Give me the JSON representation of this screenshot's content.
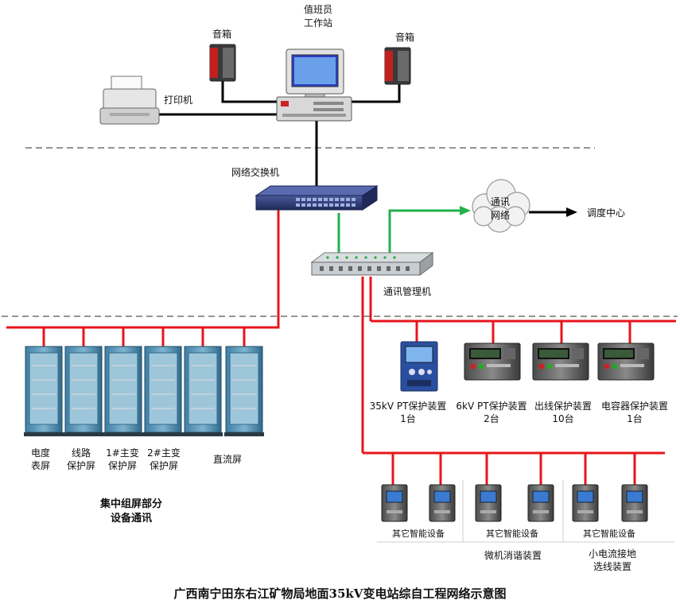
{
  "labels": {
    "workstation": [
      "值班员",
      "工作站"
    ],
    "speaker_left": "音箱",
    "speaker_right": "音箱",
    "printer": "打印机",
    "switch": "网络交换机",
    "cloud": [
      "通讯",
      "网络"
    ],
    "dispatch": "调度中心",
    "comm_manager": "通讯管理机",
    "cabinets": [
      [
        "电度",
        "表屏"
      ],
      [
        "线路",
        "保护屏"
      ],
      [
        "1#主变",
        "保护屏"
      ],
      [
        "2#主变",
        "保护屏"
      ],
      [
        "直流屏"
      ]
    ],
    "central_group": [
      "集中组屏部分",
      "设备通讯"
    ],
    "protection_devices": [
      [
        "35kV PT保护装置",
        "1台"
      ],
      [
        "6kV PT保护装置",
        "2台"
      ],
      [
        "出线保护装置",
        "10台"
      ],
      [
        "电容器保护装置",
        "1台"
      ]
    ],
    "other_devices": [
      "其它智能设备",
      "其它智能设备",
      "其它智能设备"
    ],
    "harmonic": "微机消谐装置",
    "ground_fault": [
      "小电流接地",
      "选线装置"
    ]
  },
  "caption": "广西南宁田东右江矿物局地面35kV变电站综自工程网络示意图",
  "colors": {
    "bus_red": "#e8141c",
    "link_green": "#22b14c",
    "link_black": "#000000",
    "divider": "#555555"
  }
}
